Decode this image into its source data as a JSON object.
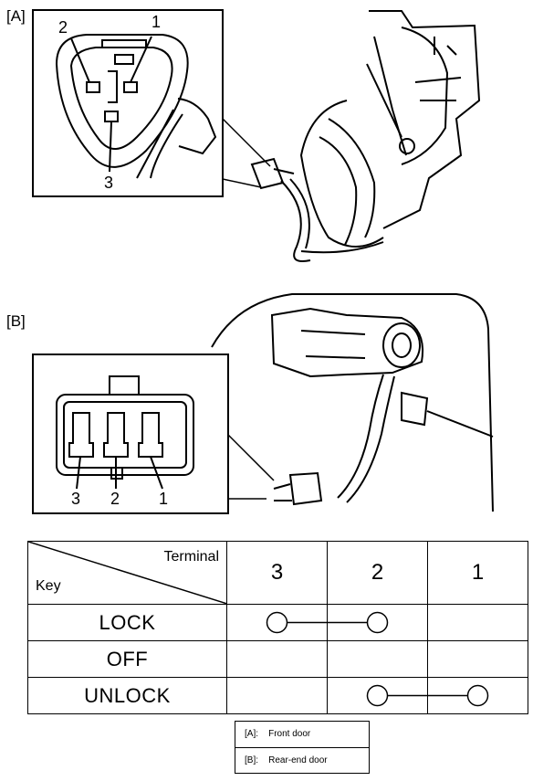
{
  "sections": {
    "a": {
      "label": "[A]",
      "pins": [
        "2",
        "1",
        "3"
      ]
    },
    "b": {
      "label": "[B]",
      "pins": [
        "3",
        "2",
        "1"
      ]
    }
  },
  "table": {
    "header_terminal": "Terminal",
    "header_key": "Key",
    "terminals": [
      "3",
      "2",
      "1"
    ],
    "rows": [
      {
        "key": "LOCK",
        "connected": [
          "3",
          "2"
        ]
      },
      {
        "key": "OFF",
        "connected": []
      },
      {
        "key": "UNLOCK",
        "connected": [
          "2",
          "1"
        ]
      }
    ]
  },
  "legend": {
    "a": "[A]:    Front door",
    "b": "[B]:    Rear-end door"
  }
}
